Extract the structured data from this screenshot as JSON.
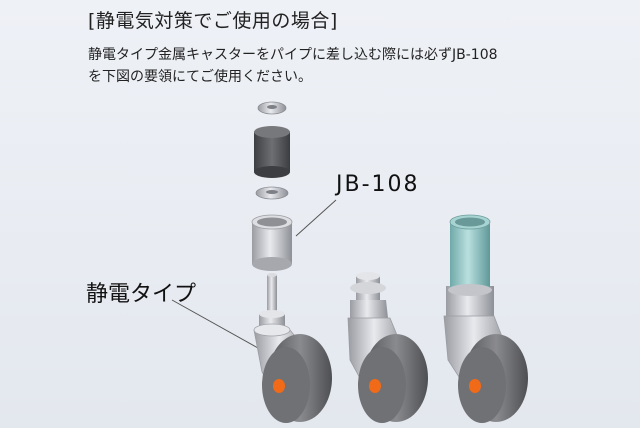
{
  "header": {
    "title": "[静電気対策でご使用の場合]",
    "description_line1": "静電タイプ金属キャスターをパイプに差し込む際には必ずJB-108",
    "description_line2": "を下図の要領にてご使用ください。"
  },
  "illustration": {
    "label_part": "JB-108",
    "label_caster": "静電タイプ"
  },
  "colors": {
    "wheel": "#6c6d71",
    "hub": "#f06a18",
    "rubber": "#5a5a5a",
    "metal": "#c9cbd0",
    "pipe": "#8fc4c4"
  }
}
